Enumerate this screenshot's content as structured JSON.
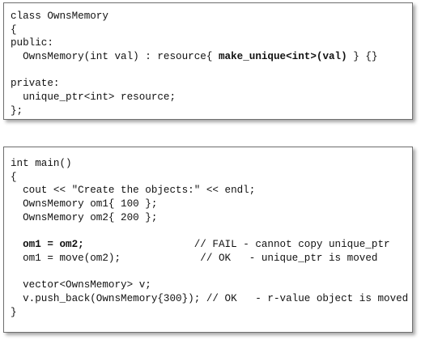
{
  "snippet1": {
    "lines": [
      [
        {
          "t": "class OwnsMemory"
        }
      ],
      [
        {
          "t": "{"
        }
      ],
      [
        {
          "t": "public:"
        }
      ],
      [
        {
          "t": "  OwnsMemory(int val) : resource{ "
        },
        {
          "t": "make_unique<int>(val)",
          "b": true
        },
        {
          "t": " } {}"
        }
      ],
      [
        {
          "t": ""
        }
      ],
      [
        {
          "t": "private:"
        }
      ],
      [
        {
          "t": "  unique_ptr<int> resource;"
        }
      ],
      [
        {
          "t": "};"
        }
      ]
    ]
  },
  "snippet2": {
    "lines": [
      [
        {
          "t": "int main()"
        }
      ],
      [
        {
          "t": "{"
        }
      ],
      [
        {
          "t": "  cout << \"Create the objects:\" << endl;"
        }
      ],
      [
        {
          "t": "  OwnsMemory om1{ 100 };"
        }
      ],
      [
        {
          "t": "  OwnsMemory om2{ 200 };"
        }
      ],
      [
        {
          "t": ""
        }
      ],
      [
        {
          "t": "  "
        },
        {
          "t": "om1 = om2;",
          "b": true
        },
        {
          "t": "                  // FAIL - cannot copy unique_ptr"
        }
      ],
      [
        {
          "t": "  om1 = move(om2);             // OK   - unique_ptr is moved"
        }
      ],
      [
        {
          "t": ""
        }
      ],
      [
        {
          "t": "  vector<OwnsMemory> v;"
        }
      ],
      [
        {
          "t": "  v.push_back(OwnsMemory{300}); // OK   - r-value object is moved"
        }
      ],
      [
        {
          "t": "}"
        }
      ]
    ]
  }
}
